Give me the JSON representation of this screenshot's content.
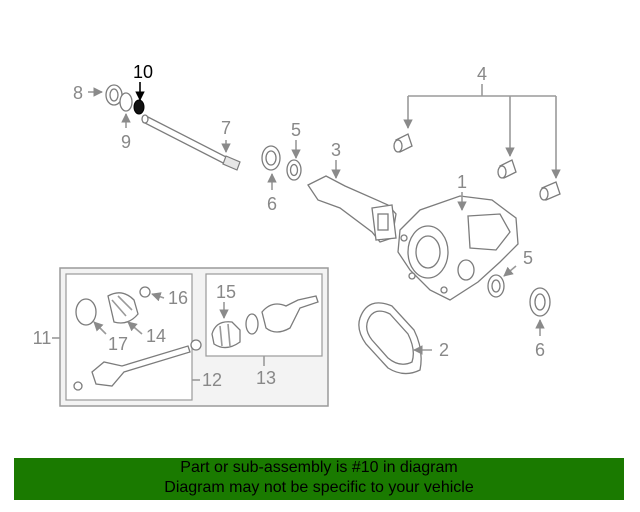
{
  "callouts": {
    "c1": "1",
    "c2": "2",
    "c3": "3",
    "c4": "4",
    "c5a": "5",
    "c5b": "5",
    "c6a": "6",
    "c6b": "6",
    "c7": "7",
    "c8": "8",
    "c9": "9",
    "c10": "10",
    "c11": "11",
    "c12": "12",
    "c13": "13",
    "c14": "14",
    "c15": "15",
    "c16": "16",
    "c17": "17"
  },
  "highlight_color": "#000000",
  "footer": {
    "line1": "Part or sub-assembly is #10 in diagram",
    "line2": "Diagram may not be specific to your vehicle",
    "background": "#1a7a00"
  }
}
